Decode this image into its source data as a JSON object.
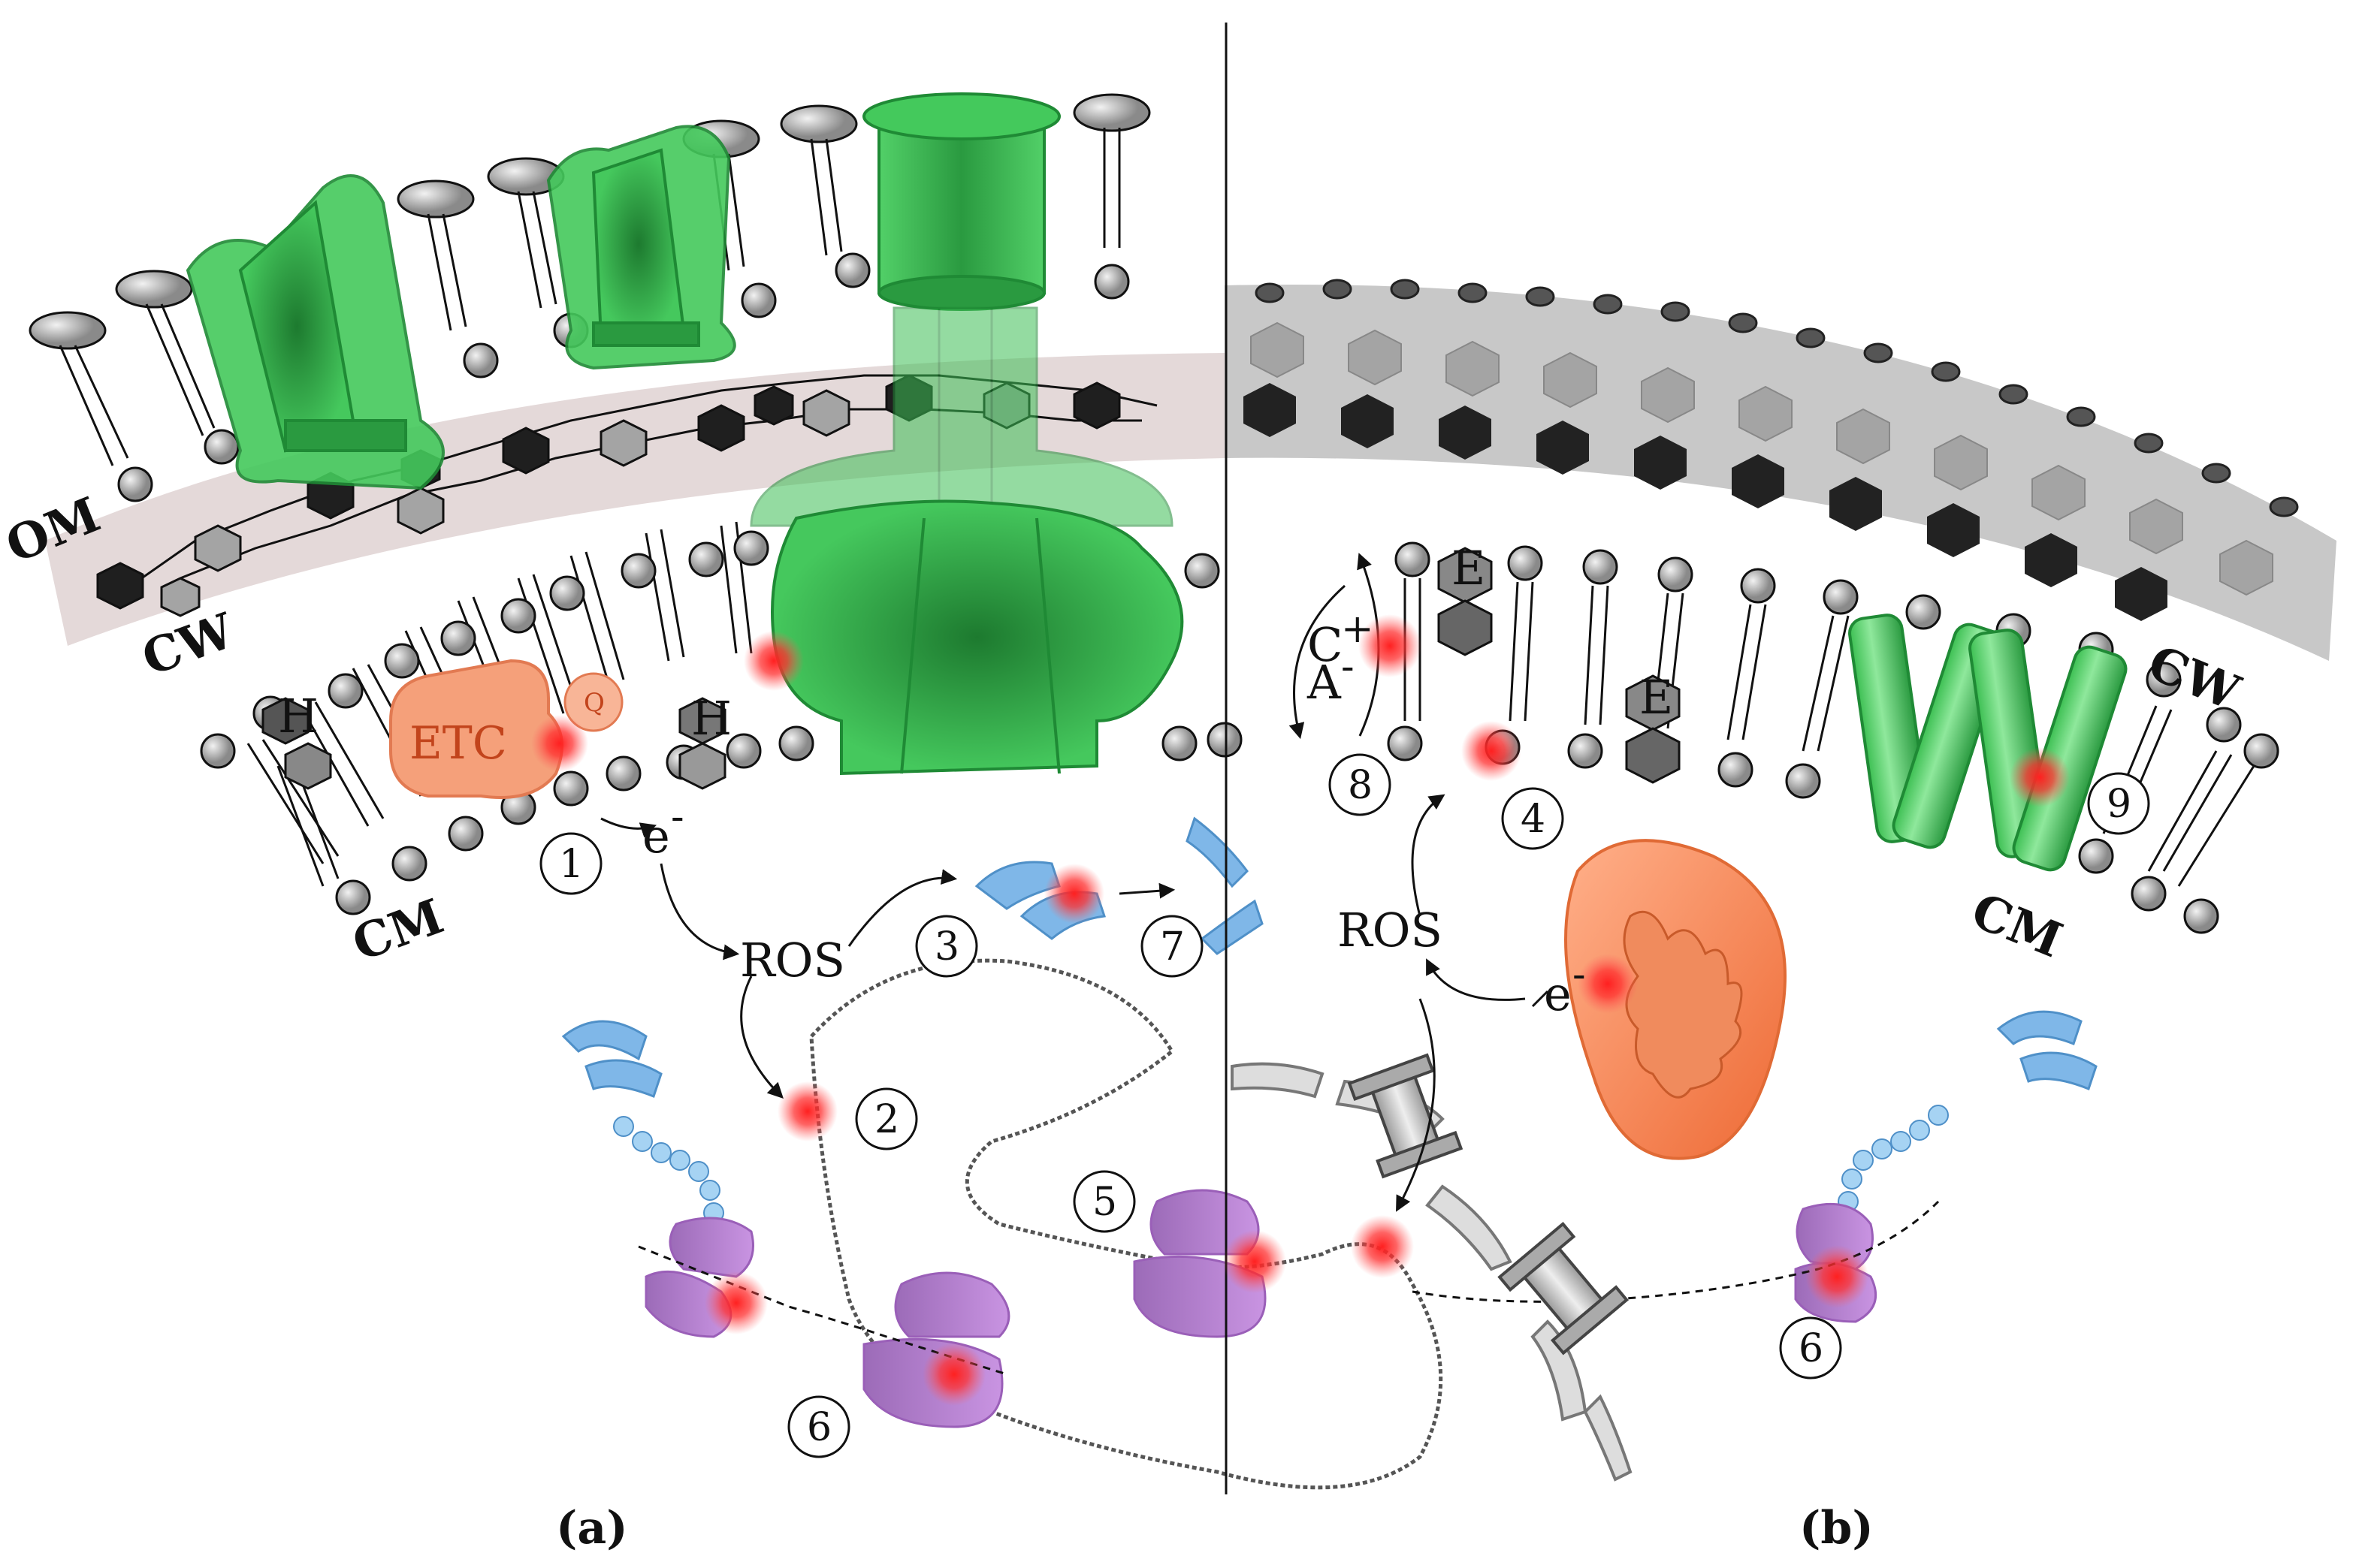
{
  "labels": {
    "om": "OM",
    "cw_left": "CW",
    "cw_right": "CW",
    "cm_left": "CM",
    "cm_right": "CM",
    "etc": "ETC",
    "q": "Q",
    "h1": "H",
    "h2": "H",
    "e1": "E",
    "e2": "E",
    "electron_left": "e",
    "electron_right": "e",
    "ros_left": "ROS",
    "ros_right": "ROS",
    "cation": "C",
    "anion": "A",
    "plus": "+",
    "minus": "-"
  },
  "markers": [
    "1",
    "2",
    "3",
    "4",
    "5",
    "6",
    "6",
    "7",
    "8",
    "9"
  ],
  "panels": {
    "a": "(a)",
    "b": "(b)"
  },
  "colors": {
    "protein_green": "#3dbf55",
    "protein_green_dark": "#1f8a35",
    "oxidative_red": "#ff2a2a",
    "etc_orange": "#f5a07a",
    "mito_orange": "#f0703d",
    "ribosome_purple": "#b879d6",
    "peptide_blue": "#7fb7e8",
    "cell_wall_pink": "#e7dcdc",
    "cell_wall_gray": "#c9c9c9",
    "hexagon_black": "#1f1f1f",
    "hexagon_gray": "#a4a4a4"
  }
}
